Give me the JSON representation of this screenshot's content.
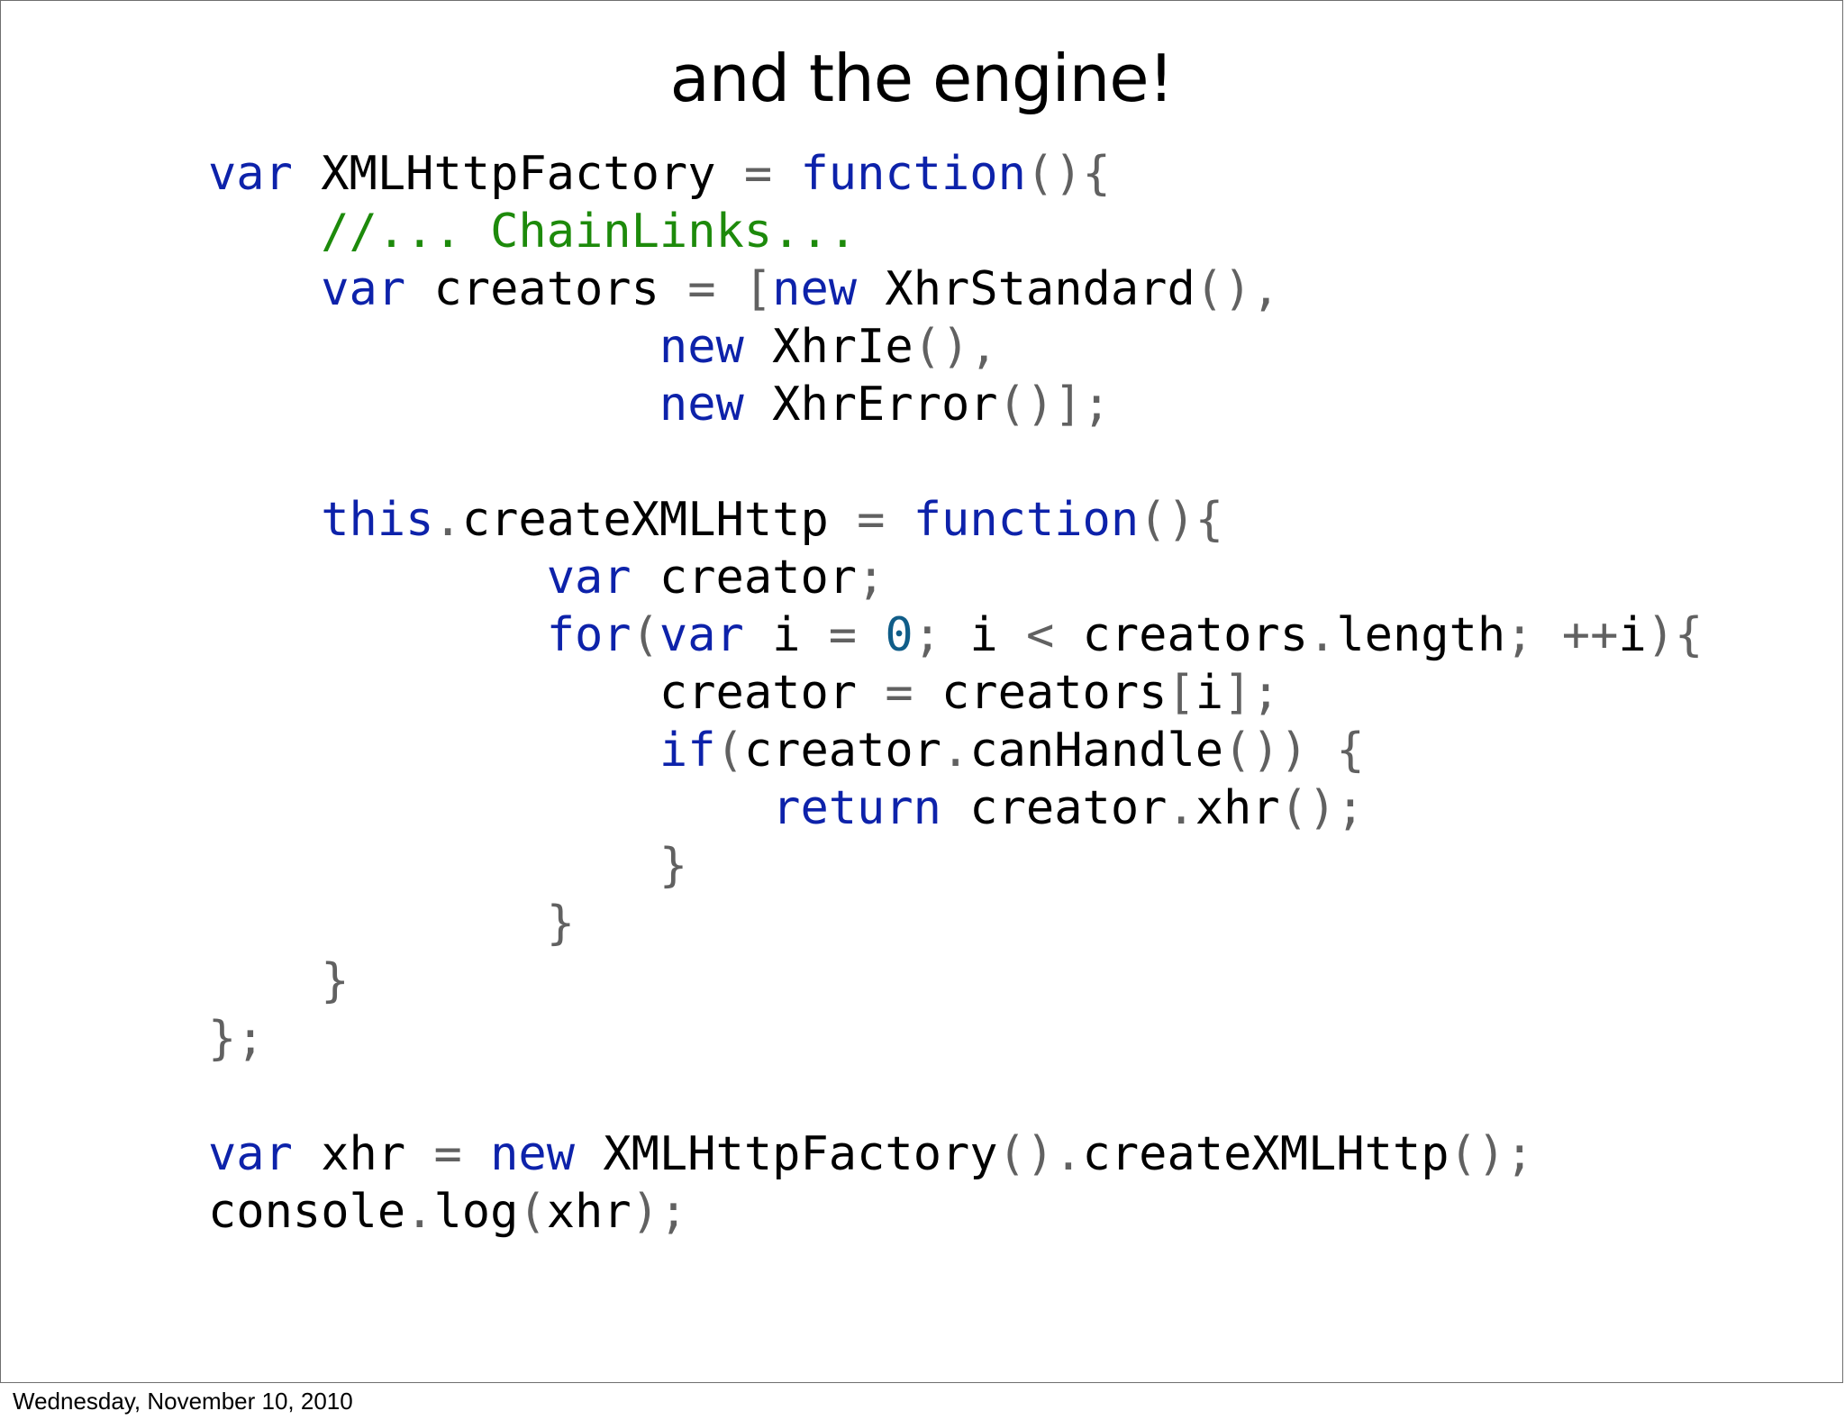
{
  "slide": {
    "title": "and the engine!",
    "code_lines": [
      [
        [
          "kw",
          "var"
        ],
        [
          "id",
          " XMLHttpFactory "
        ],
        [
          "pn",
          "="
        ],
        [
          "id",
          " "
        ],
        [
          "kw",
          "function"
        ],
        [
          "pn",
          "(){"
        ]
      ],
      [
        [
          "id",
          "    "
        ],
        [
          "cm",
          "//... ChainLinks..."
        ]
      ],
      [
        [
          "id",
          "    "
        ],
        [
          "kw",
          "var"
        ],
        [
          "id",
          " creators "
        ],
        [
          "pn",
          "="
        ],
        [
          "id",
          " "
        ],
        [
          "pn",
          "["
        ],
        [
          "kw",
          "new"
        ],
        [
          "id",
          " XhrStandard"
        ],
        [
          "pn",
          "(),"
        ]
      ],
      [
        [
          "id",
          "                "
        ],
        [
          "kw",
          "new"
        ],
        [
          "id",
          " XhrIe"
        ],
        [
          "pn",
          "(),"
        ]
      ],
      [
        [
          "id",
          "                "
        ],
        [
          "kw",
          "new"
        ],
        [
          "id",
          " XhrError"
        ],
        [
          "pn",
          "()];"
        ]
      ],
      [
        [
          "id",
          " "
        ]
      ],
      [
        [
          "id",
          "    "
        ],
        [
          "kw",
          "this"
        ],
        [
          "pn",
          "."
        ],
        [
          "id",
          "createXMLHttp "
        ],
        [
          "pn",
          "="
        ],
        [
          "id",
          " "
        ],
        [
          "kw",
          "function"
        ],
        [
          "pn",
          "(){"
        ]
      ],
      [
        [
          "id",
          "            "
        ],
        [
          "kw",
          "var"
        ],
        [
          "id",
          " creator"
        ],
        [
          "pn",
          ";"
        ]
      ],
      [
        [
          "id",
          "            "
        ],
        [
          "kw",
          "for"
        ],
        [
          "pn",
          "("
        ],
        [
          "kw",
          "var"
        ],
        [
          "id",
          " i "
        ],
        [
          "pn",
          "="
        ],
        [
          "id",
          " "
        ],
        [
          "num",
          "0"
        ],
        [
          "pn",
          ";"
        ],
        [
          "id",
          " i "
        ],
        [
          "pn",
          "<"
        ],
        [
          "id",
          " creators"
        ],
        [
          "pn",
          "."
        ],
        [
          "id",
          "length"
        ],
        [
          "pn",
          ";"
        ],
        [
          "id",
          " "
        ],
        [
          "pn",
          "++"
        ],
        [
          "id",
          "i"
        ],
        [
          "pn",
          "){"
        ]
      ],
      [
        [
          "id",
          "                creator "
        ],
        [
          "pn",
          "="
        ],
        [
          "id",
          " creators"
        ],
        [
          "pn",
          "["
        ],
        [
          "id",
          "i"
        ],
        [
          "pn",
          "];"
        ]
      ],
      [
        [
          "id",
          "                "
        ],
        [
          "kw",
          "if"
        ],
        [
          "pn",
          "("
        ],
        [
          "id",
          "creator"
        ],
        [
          "pn",
          "."
        ],
        [
          "id",
          "canHandle"
        ],
        [
          "pn",
          "())"
        ],
        [
          "id",
          " "
        ],
        [
          "pn",
          "{"
        ]
      ],
      [
        [
          "id",
          "                    "
        ],
        [
          "kw",
          "return"
        ],
        [
          "id",
          " creator"
        ],
        [
          "pn",
          "."
        ],
        [
          "id",
          "xhr"
        ],
        [
          "pn",
          "();"
        ]
      ],
      [
        [
          "id",
          "                "
        ],
        [
          "pn",
          "}"
        ]
      ],
      [
        [
          "id",
          "            "
        ],
        [
          "pn",
          "}"
        ]
      ],
      [
        [
          "id",
          "    "
        ],
        [
          "pn",
          "}"
        ]
      ],
      [
        [
          "pn",
          "};"
        ]
      ],
      [
        [
          "id",
          " "
        ]
      ],
      [
        [
          "kw",
          "var"
        ],
        [
          "id",
          " xhr "
        ],
        [
          "pn",
          "="
        ],
        [
          "id",
          " "
        ],
        [
          "kw",
          "new"
        ],
        [
          "id",
          " XMLHttpFactory"
        ],
        [
          "pn",
          "()."
        ],
        [
          "id",
          "createXMLHttp"
        ],
        [
          "pn",
          "();"
        ]
      ],
      [
        [
          "id",
          "console"
        ],
        [
          "pn",
          "."
        ],
        [
          "id",
          "log"
        ],
        [
          "pn",
          "("
        ],
        [
          "id",
          "xhr"
        ],
        [
          "pn",
          ");"
        ]
      ]
    ]
  },
  "footer": {
    "date": "Wednesday, November 10, 2010"
  }
}
